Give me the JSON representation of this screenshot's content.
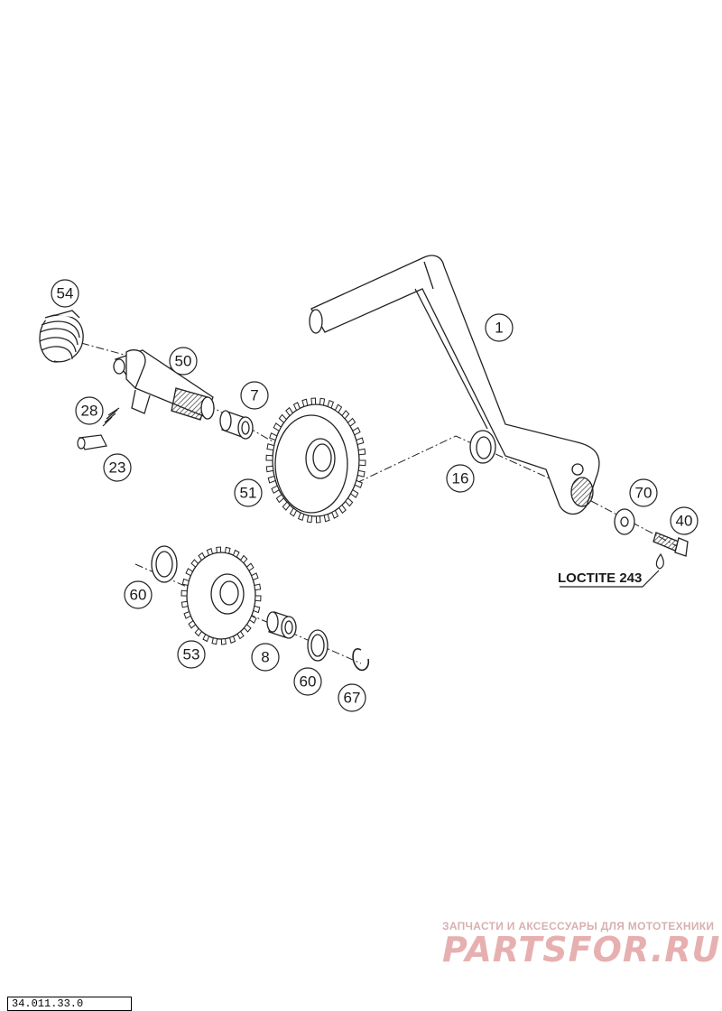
{
  "diagram": {
    "callouts": {
      "c1": "1",
      "c7": "7",
      "c8": "8",
      "c16": "16",
      "c23": "23",
      "c28": "28",
      "c40": "40",
      "c50": "50",
      "c51": "51",
      "c53": "53",
      "c54": "54",
      "c60a": "60",
      "c60b": "60",
      "c67": "67",
      "c70": "70"
    },
    "note": "LOCTITE 243"
  },
  "watermark": {
    "tagline": "ЗАПЧАСТИ И АКСЕССУАРЫ ДЛЯ МОТОТЕХНИКИ",
    "logo": "PARTSFOR.RU",
    "color": "#e7b0b0"
  },
  "footer": {
    "drawing_number": "34.011.33.0"
  }
}
